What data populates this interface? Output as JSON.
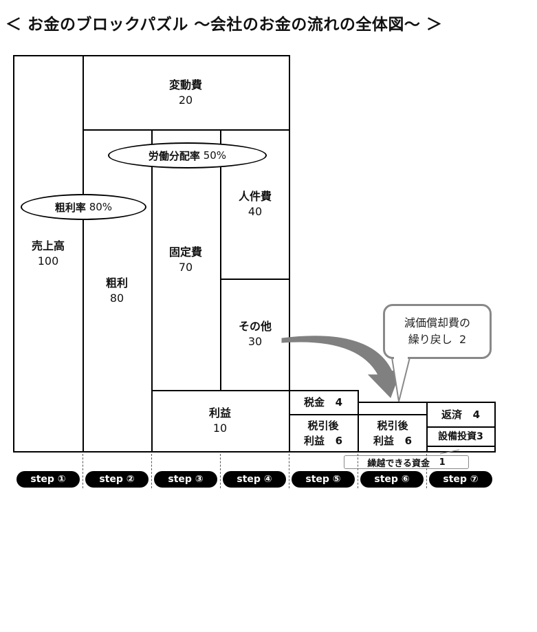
{
  "title": "＜ お金のブロックパズル ～会社のお金の流れの全体図～ ＞",
  "blocks": {
    "sales": {
      "name": "売上高",
      "value": "100"
    },
    "variable_cost": {
      "name": "変動費",
      "value": "20"
    },
    "gross_profit": {
      "name": "粗利",
      "value": "80"
    },
    "fixed_cost": {
      "name": "固定費",
      "value": "70"
    },
    "personnel_cost": {
      "name": "人件費",
      "value": "40"
    },
    "other_cost": {
      "name": "その他",
      "value": "30"
    },
    "profit": {
      "name": "利益",
      "value": "10"
    },
    "tax": {
      "name": "税金",
      "value": "4"
    },
    "after_tax_5": {
      "name": "税引後",
      "line2": "利益",
      "value": "6"
    },
    "after_tax_6": {
      "name": "税引後",
      "line2": "利益",
      "value": "6"
    },
    "repayment": {
      "name": "返済",
      "value": "4"
    },
    "capex": {
      "name": "設備投資",
      "value": "3"
    }
  },
  "ovals": {
    "gross_margin": {
      "label": "粗利率",
      "value": "80%"
    },
    "labor_share": {
      "label": "労働分配率",
      "value": "50%"
    }
  },
  "callout": {
    "line1": "減価償却費の",
    "line2": "繰り戻し",
    "value": "2"
  },
  "carry_over": {
    "label": "繰越できる資金",
    "value": "1"
  },
  "steps": [
    "step ①",
    "step ②",
    "step ③",
    "step ④",
    "step ⑤",
    "step ⑥",
    "step ⑦"
  ],
  "colors": {
    "border": "#000000",
    "arrow": "#808080",
    "step_bg": "#000000",
    "step_text": "#ffffff",
    "callout_border": "#888888"
  }
}
